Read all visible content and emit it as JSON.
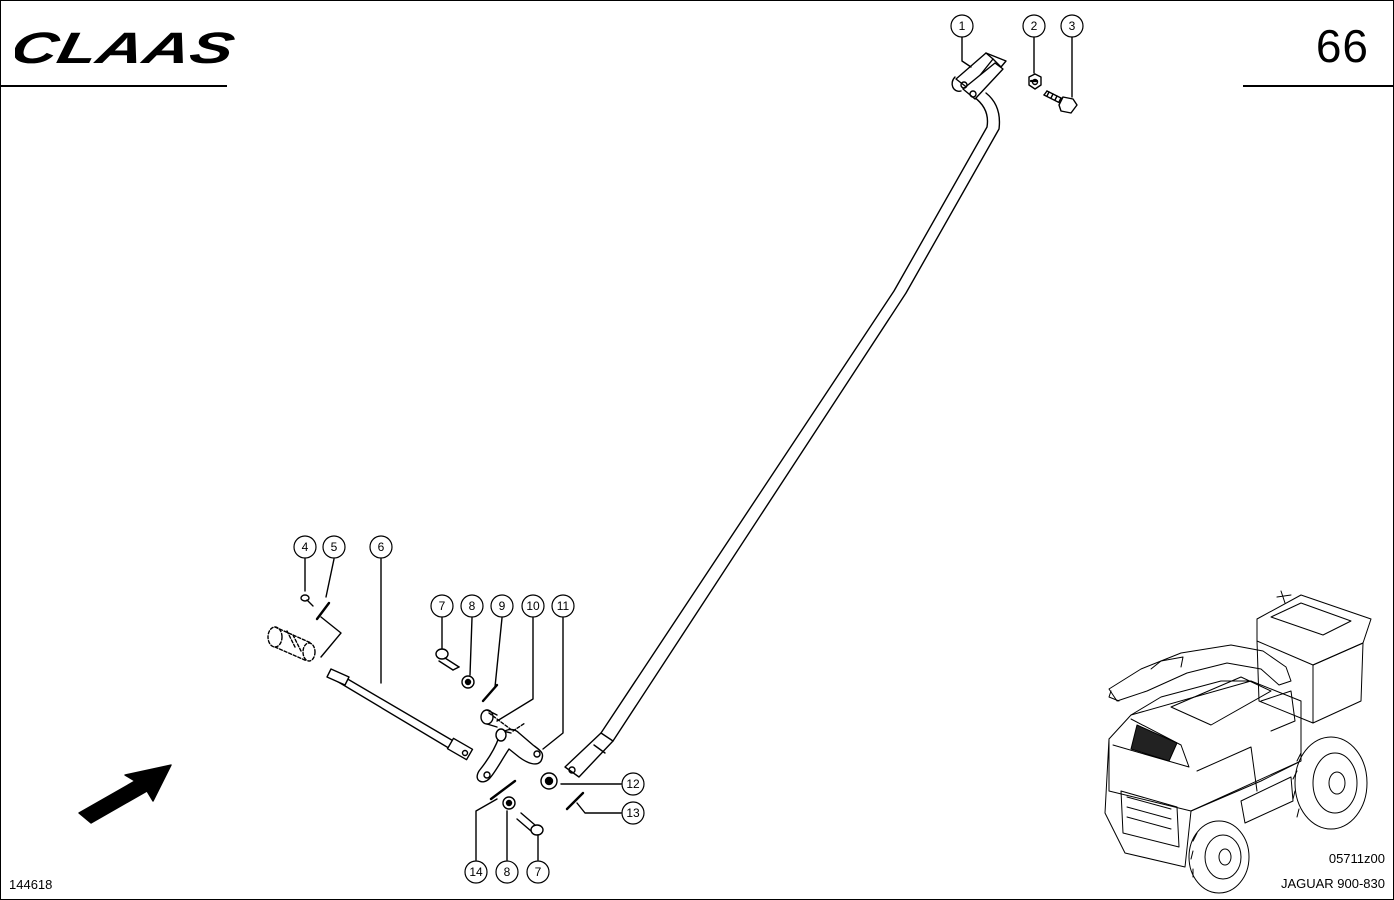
{
  "header": {
    "brand": "CLAAS",
    "page_number": "66"
  },
  "footer": {
    "figure_id": "144618",
    "image_code": "05711z00",
    "model": "JAGUAR 900-830"
  },
  "callouts": {
    "c1": "1",
    "c2": "2",
    "c3": "3",
    "c4": "4",
    "c5": "5",
    "c6": "6",
    "c7a": "7",
    "c8a": "8",
    "c9": "9",
    "c10": "10",
    "c11": "11",
    "c12": "12",
    "c13": "13",
    "c14": "14",
    "c8b": "8",
    "c7b": "7"
  },
  "icons": {
    "logo": "claas-logo",
    "direction": "direction-arrow-icon",
    "machine": "forage-harvester-thumbnail"
  },
  "colors": {
    "ink": "#000000",
    "paper": "#ffffff"
  }
}
